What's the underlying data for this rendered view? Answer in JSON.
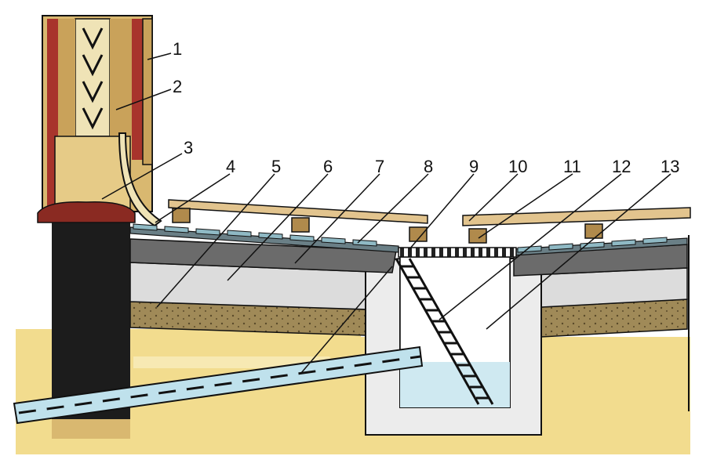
{
  "colors": {
    "ground": "#f2dc8e",
    "ground_light": "#f7e9b3",
    "wall_dark": "#1c1c1c",
    "wall_red": "#a8342c",
    "timber": "#d9b870",
    "insulation": "#efe3b6",
    "cap": "#8a2a22",
    "membrane": "#6a7f86",
    "tile": "#8fb9c4",
    "screed": "#6b6b6b",
    "slab_light": "#dcdcdc",
    "sand": "#a08a58",
    "board": "#e2c48e",
    "batten": "#b08a4c",
    "concrete": "#ececec",
    "water": "#cfe9f1",
    "pipe": "#bfe1ec",
    "line": "#111111"
  },
  "callouts": [
    {
      "label": "1"
    },
    {
      "label": "2"
    },
    {
      "label": "3"
    },
    {
      "label": "4"
    },
    {
      "label": "5"
    },
    {
      "label": "6"
    },
    {
      "label": "7"
    },
    {
      "label": "8"
    },
    {
      "label": "9"
    },
    {
      "label": "10"
    },
    {
      "label": "11"
    },
    {
      "label": "12"
    },
    {
      "label": "13"
    }
  ]
}
